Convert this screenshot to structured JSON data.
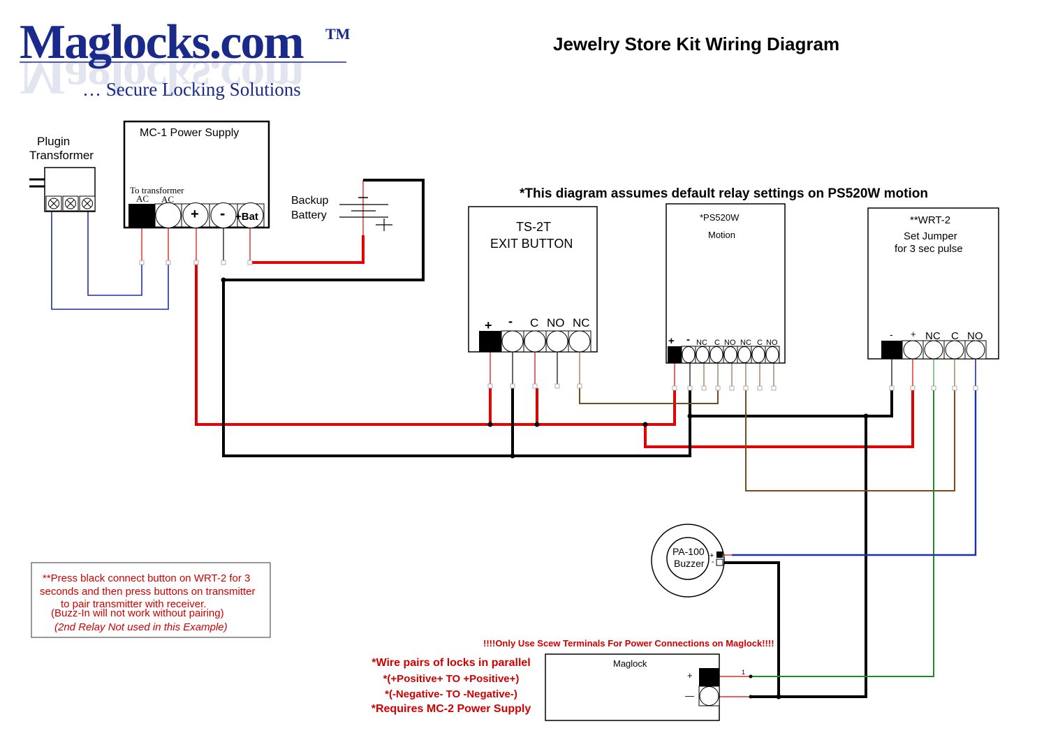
{
  "logo": {
    "brand": "Maglocks.com",
    "trademark": "TM",
    "tagline": "… Secure Locking Solutions"
  },
  "title": "Jewelry Store Kit Wiring Diagram",
  "assumption_note": "*This diagram assumes default relay settings on PS520W motion",
  "transformer": {
    "label_line1": "Plugin",
    "label_line2": "Transformer"
  },
  "power_supply": {
    "title": "MC-1 Power Supply",
    "to_transformer": "To transformer",
    "terminals": [
      "AC",
      "AC",
      "+",
      "-",
      "+Bat"
    ]
  },
  "battery": {
    "label_line1": "Backup",
    "label_line2": "Battery"
  },
  "exit_button": {
    "line1": "TS-2T",
    "line2": "EXIT BUTTON",
    "terminals": [
      "+",
      "-",
      "C",
      "NO",
      "NC"
    ]
  },
  "motion": {
    "line1": "*PS520W",
    "line2": "Motion",
    "terminals": [
      "+",
      "-",
      "NC",
      "C",
      "NO",
      "NC",
      "C",
      "NO"
    ]
  },
  "receiver": {
    "line1": "**WRT-2",
    "line2": "Set Jumper",
    "line3": "for 3 sec pulse",
    "terminals": [
      "-",
      "+",
      "NC",
      "C",
      "NO"
    ]
  },
  "buzzer": {
    "line1": "PA-100",
    "line2": "Buzzer",
    "plus": "+",
    "minus": "-"
  },
  "pairing_note": {
    "line1": "**Press black connect button on WRT-2 for 3",
    "line2": "seconds and then press buttons on transmitter",
    "line3": "to pair transmitter with receiver.",
    "line4": "(Buzz-In will not work without pairing)",
    "line5": "(2nd Relay Not used in this Example)"
  },
  "maglock_warning": "!!!!Only Use Scew Terminals For Power Connections on Maglock!!!!",
  "maglock": {
    "label": "Maglock",
    "plus": "+",
    "minus": "—",
    "wire_mark": "1"
  },
  "parallel_note": {
    "line1": "*Wire pairs of locks in parallel",
    "line2": "*(+Positive+ TO +Positive+)",
    "line3": "*(-Negative- TO -Negative-)",
    "line4": "*Requires MC-2 Power Supply"
  },
  "colors": {
    "positive_wire": "#e00000",
    "negative_wire": "#000000",
    "ac_wire": "#1f2fa8",
    "relay_wire_brown": "#7a4a1c",
    "relay_wire_green": "#1e8a2a",
    "logo_blue": "#1a2a8a",
    "note_red": "#d00000"
  }
}
